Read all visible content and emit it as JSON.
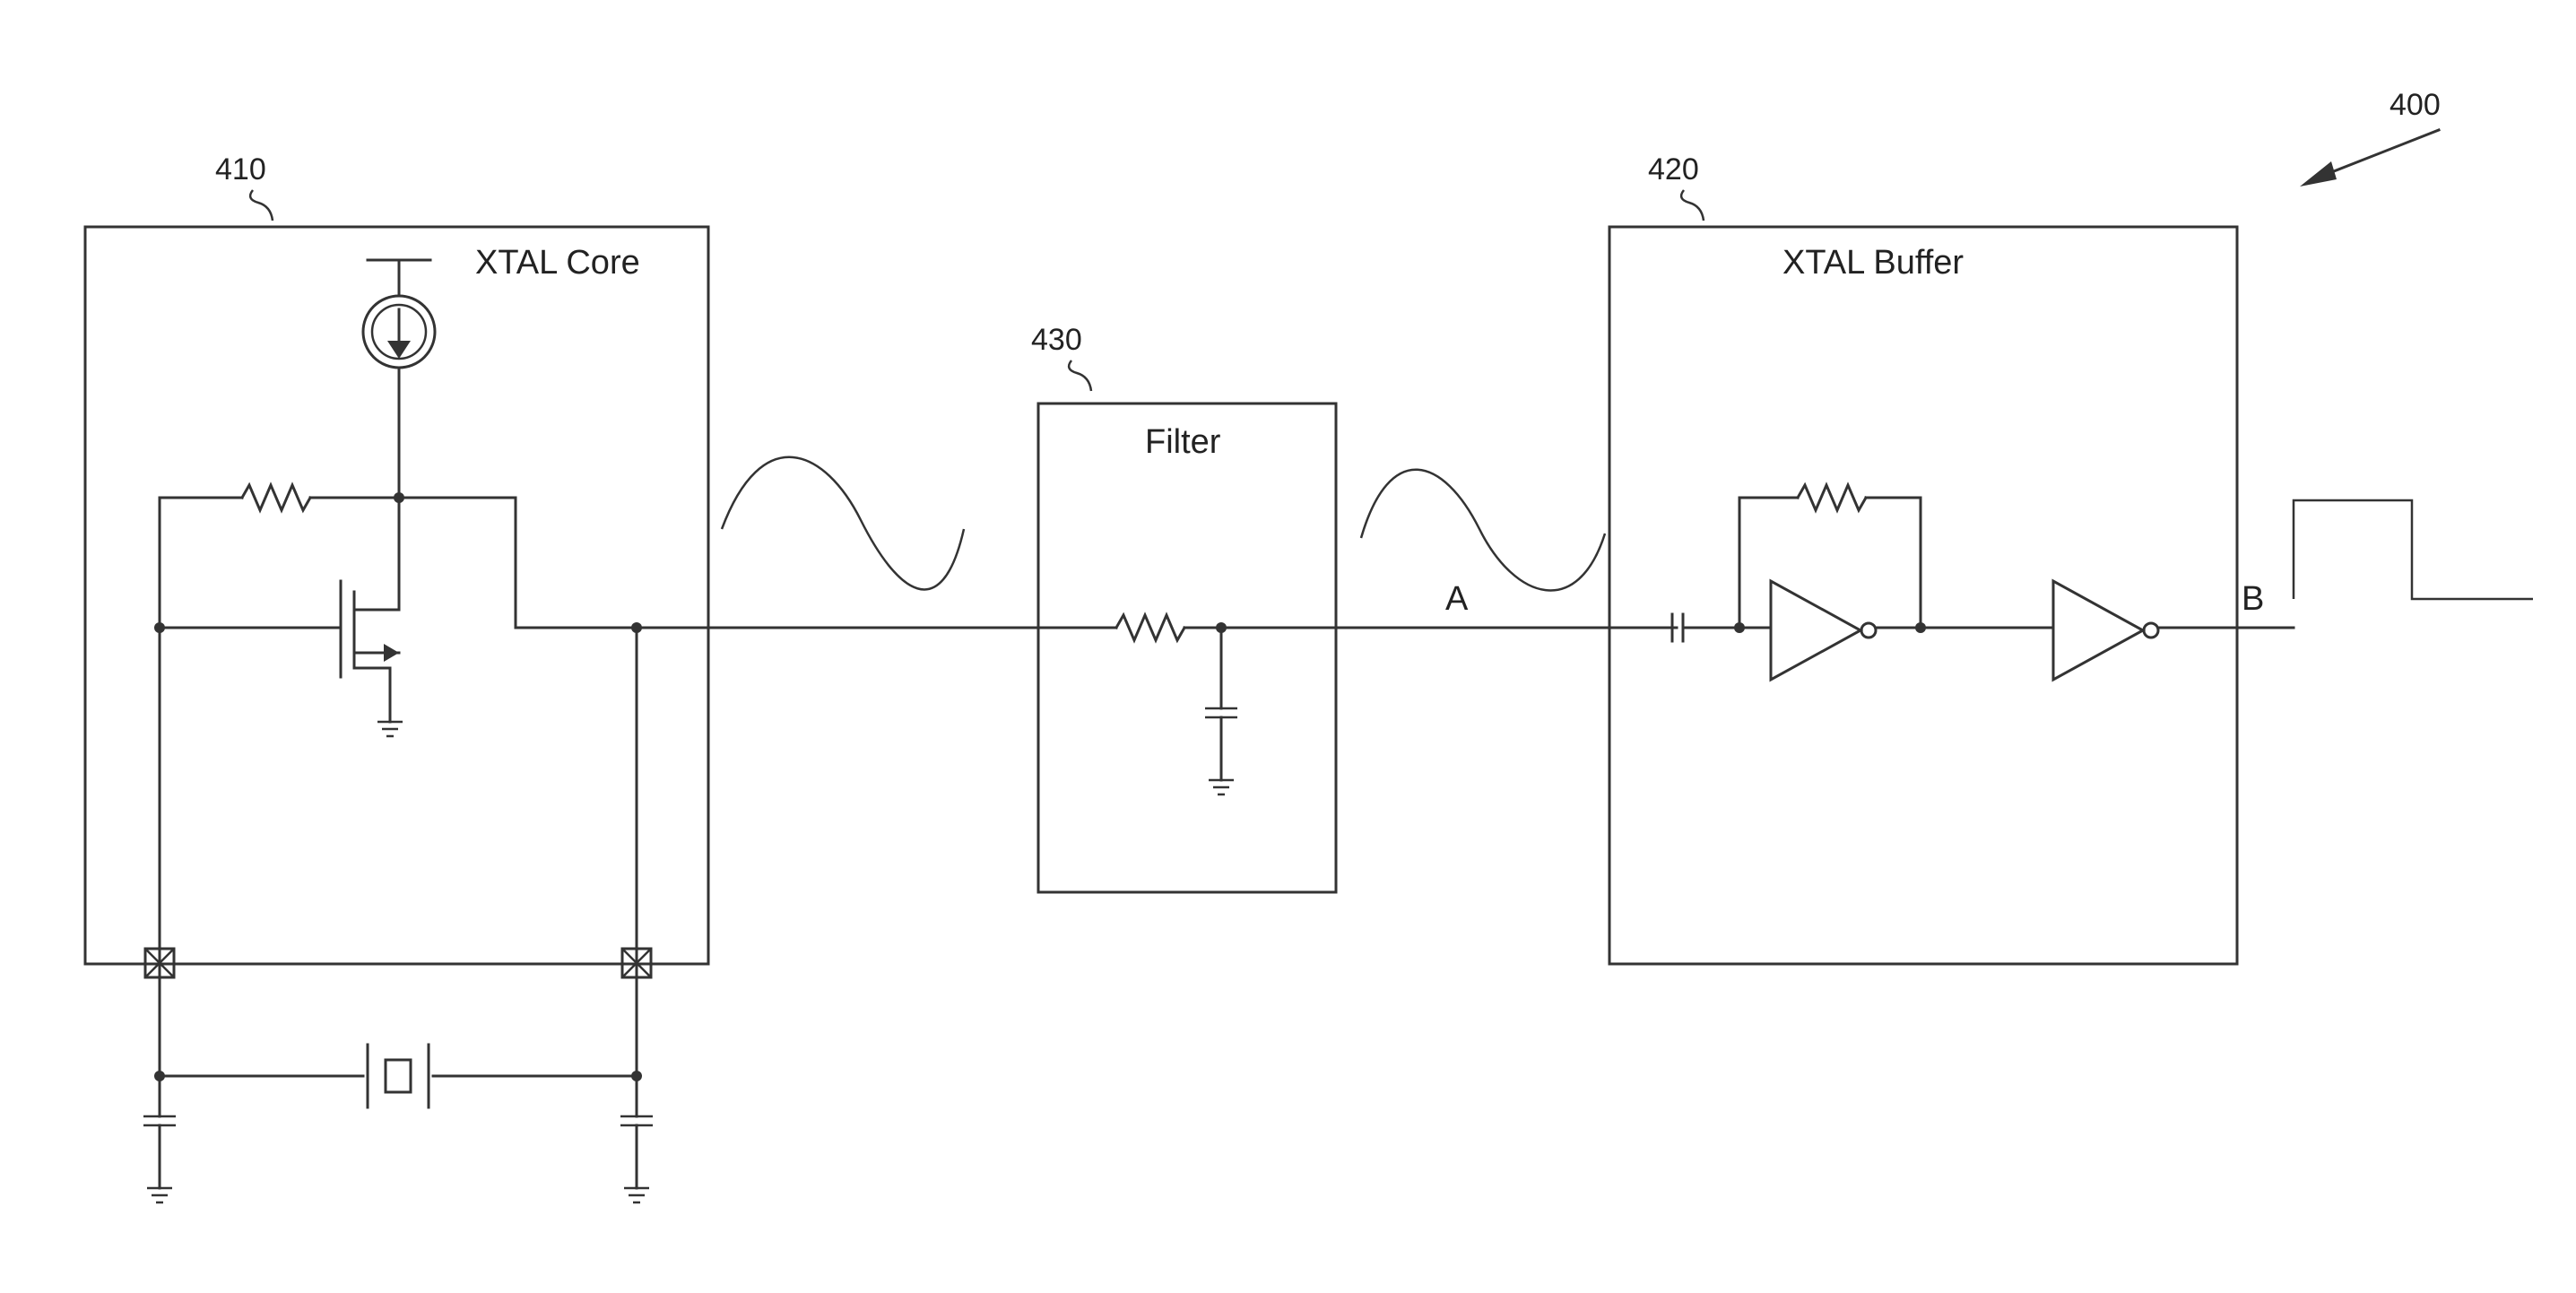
{
  "figure_ref": "400",
  "blocks": {
    "core": {
      "ref": "410",
      "label": "XTAL Core"
    },
    "filter": {
      "ref": "430",
      "label": "Filter"
    },
    "buffer": {
      "ref": "420",
      "label": "XTAL Buffer"
    }
  },
  "nodes": {
    "a": "A",
    "b": "B"
  },
  "colors": {
    "line": "#333333",
    "background": "#ffffff"
  },
  "icons": [
    "current-source-icon",
    "nmos-transistor-icon",
    "resistor-icon",
    "capacitor-icon",
    "ground-icon",
    "crystal-icon",
    "inverter-icon",
    "pad-icon"
  ]
}
